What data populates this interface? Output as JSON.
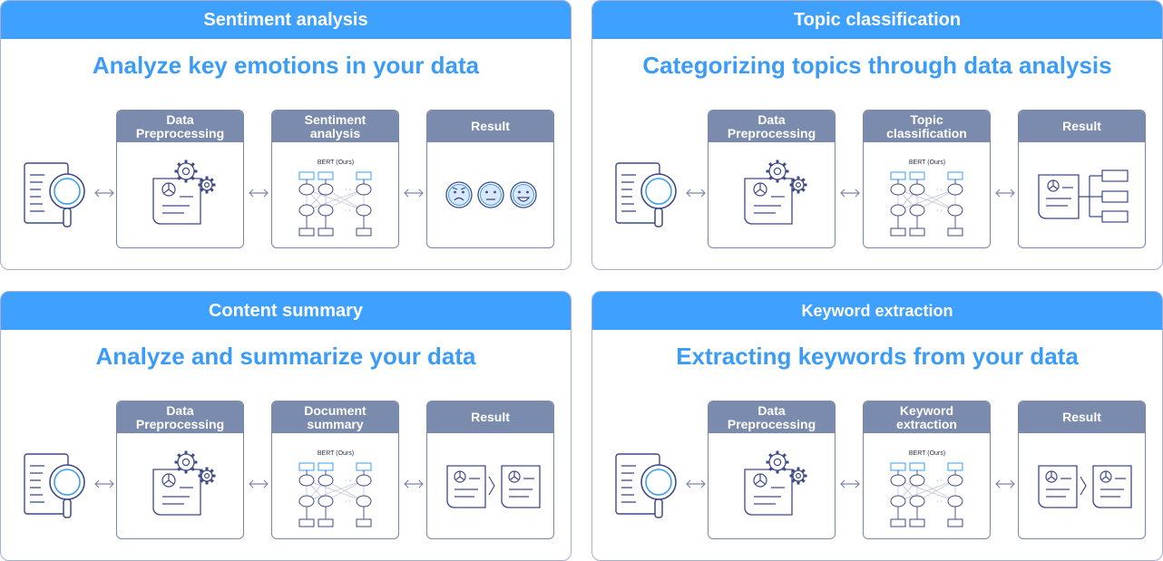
{
  "colors": {
    "header_bg": "#3ea0ff",
    "tagline": "#3a9cf6",
    "step_header_bg": "#7a8bad",
    "panel_border": "#a7aed0",
    "icon_stroke": "#3d4a8a",
    "icon_accent": "#3a9cf6"
  },
  "panels": [
    {
      "header": "Sentiment analysis",
      "tagline": "Analyze key emotions in your data",
      "steps": [
        {
          "label": "Data\nPreprocessing",
          "icon": "document-gear-icon"
        },
        {
          "label": "Sentiment\nanalysis",
          "icon": "bert-network-icon",
          "model_label": "BERT (Ours)"
        },
        {
          "label": "Result",
          "icon": "emotion-faces-icon"
        }
      ]
    },
    {
      "header": "Topic classification",
      "tagline": "Categorizing topics through data analysis",
      "steps": [
        {
          "label": "Data\nPreprocessing",
          "icon": "document-gear-icon"
        },
        {
          "label": "Topic\nclassification",
          "icon": "bert-network-icon",
          "model_label": "BERT (Ours)"
        },
        {
          "label": "Result",
          "icon": "document-tree-icon"
        }
      ]
    },
    {
      "header": "Content summary",
      "tagline": "Analyze and summarize your data",
      "steps": [
        {
          "label": "Data\nPreprocessing",
          "icon": "document-gear-icon"
        },
        {
          "label": "Document\nsummary",
          "icon": "bert-network-icon",
          "model_label": "BERT (Ours)"
        },
        {
          "label": "Result",
          "icon": "document-to-document-icon"
        }
      ]
    },
    {
      "header": "Keyword extraction",
      "tagline": "Extracting keywords from your data",
      "steps": [
        {
          "label": "Data\nPreprocessing",
          "icon": "document-gear-icon"
        },
        {
          "label": "Keyword\nextraction",
          "icon": "bert-network-icon",
          "model_label": "BERT (Ours)"
        },
        {
          "label": "Result",
          "icon": "document-to-document-icon"
        }
      ]
    }
  ]
}
